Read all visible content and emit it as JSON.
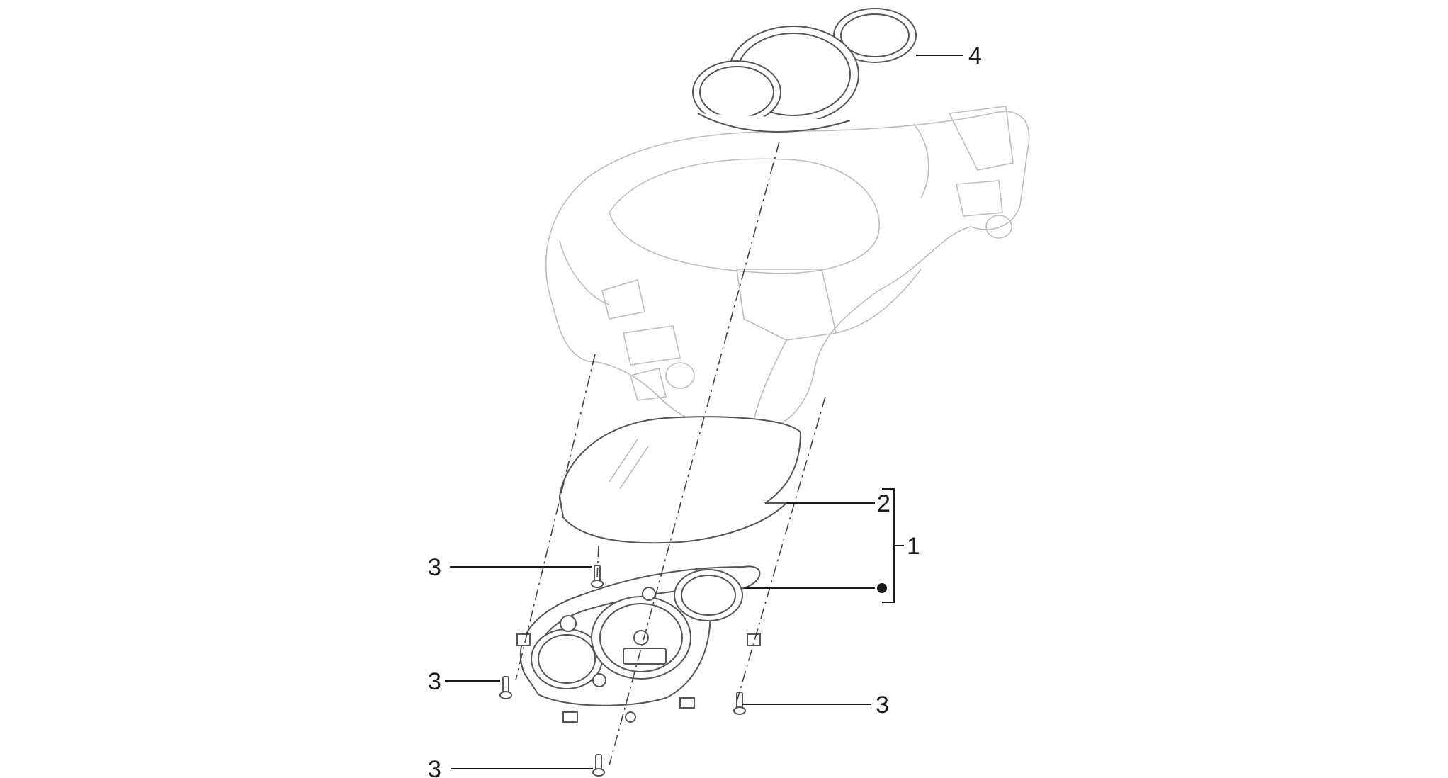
{
  "diagram": {
    "callouts": {
      "assembly": "1",
      "lens_cover": "2",
      "screw_top": "3",
      "screw_left": "3",
      "screw_right": "3",
      "screw_bottom": "3",
      "bezel_rings": "4"
    }
  }
}
